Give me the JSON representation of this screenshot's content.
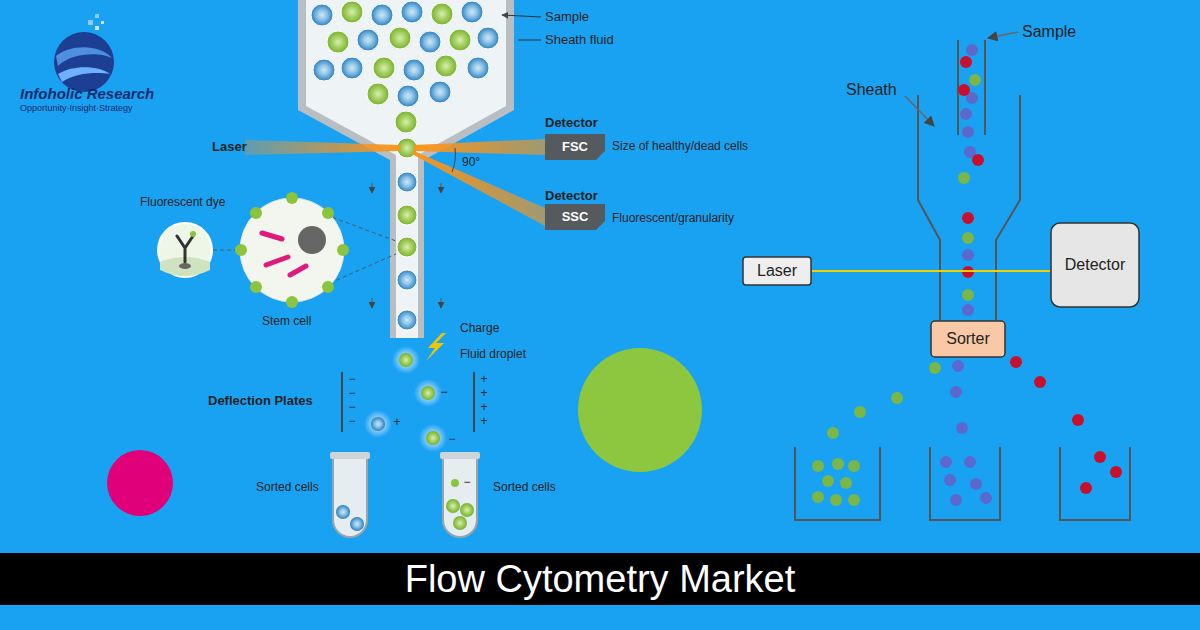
{
  "diagram": {
    "title": "Flow Cytometry Market",
    "nodes": [
      {
        "text": [
          "Laser"
        ]
      },
      {
        "text": [
          "Detector"
        ]
      },
      {
        "text": [
          "Sorter"
        ]
      },
      {
        "text": [
          "FSC"
        ]
      },
      {
        "text": [
          "SSC"
        ]
      }
    ],
    "edges": [
      {
        "from": 0,
        "to": 1,
        "arrow": "none"
      }
    ],
    "labels": [
      "Infoholic Research",
      "Opportunity·Insight·Strategy",
      "Sample",
      "Sheath fluid",
      "Laser",
      "Detector",
      "Size of healthy/dead cells",
      "90°",
      "Detector",
      "Fluorescent/granularity",
      "Fluorescent dye",
      "Stem cell",
      "Charge",
      "Fluid droplet",
      "Deflection Plates",
      "−",
      "−",
      "−",
      "−",
      "+",
      "+",
      "+",
      "+",
      "−",
      "+",
      "−",
      "Sorted cells",
      "Sorted cells",
      "Sample",
      "Sheath",
      "−"
    ]
  }
}
